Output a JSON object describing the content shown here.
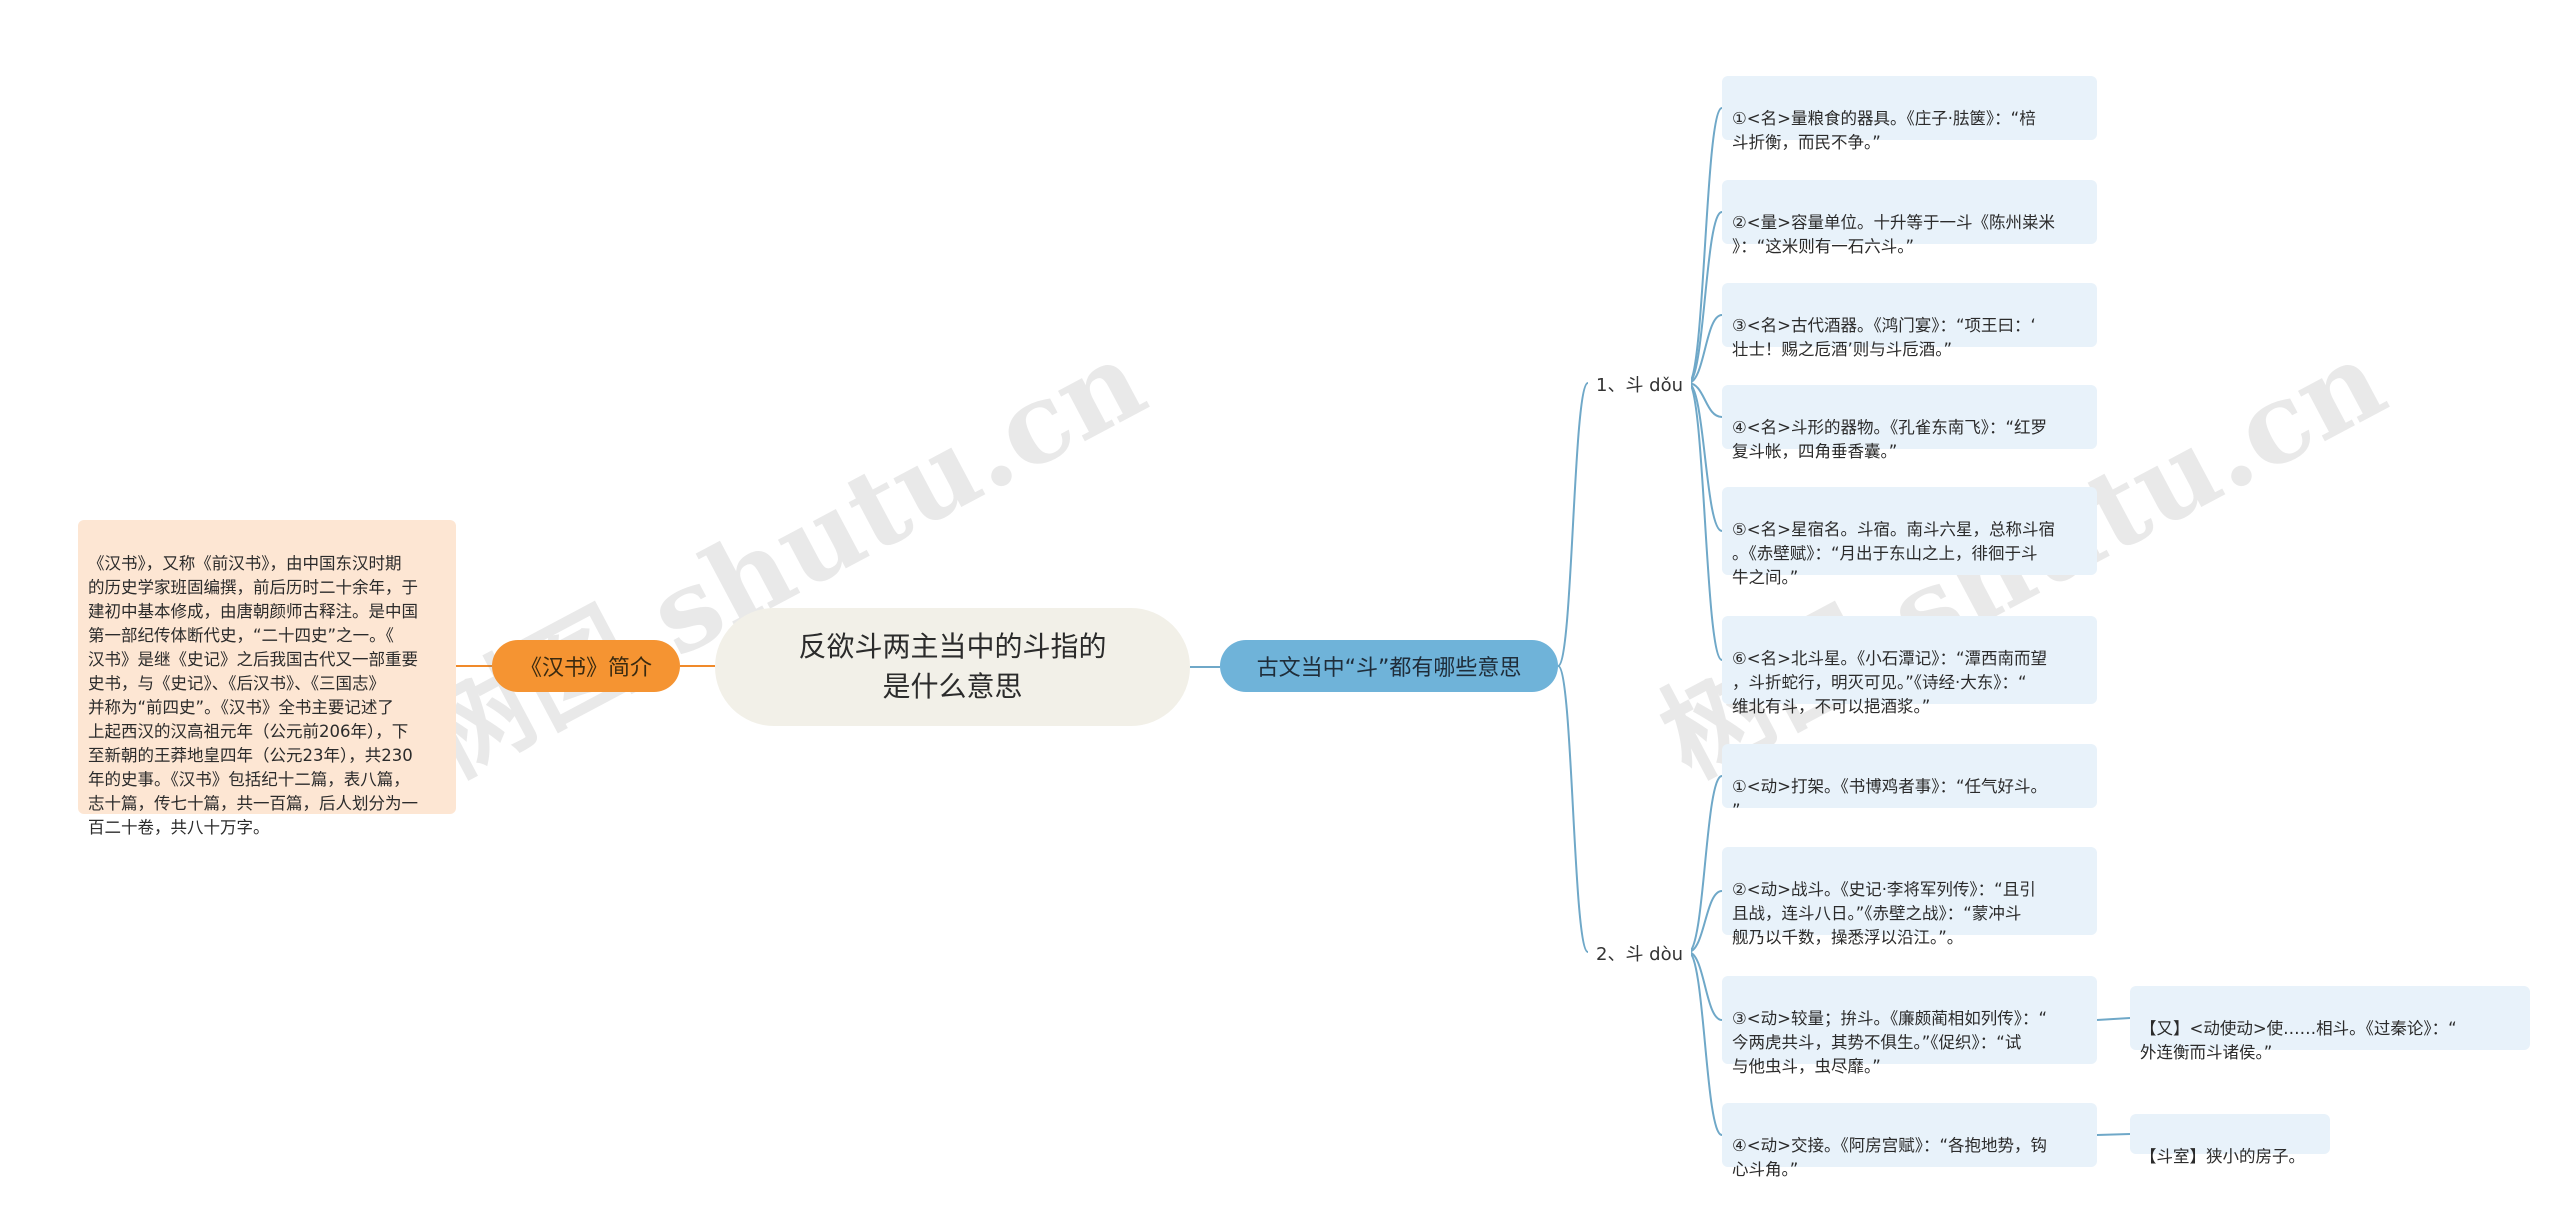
{
  "root": {
    "title": "反欲斗两主当中的斗指的\n是什么意思"
  },
  "left": {
    "label": "《汉书》简介",
    "intro": "《汉书》，又称《前汉书》，由中国东汉时期\n的历史学家班固编撰，前后历时二十余年，于\n建初中基本修成，由唐朝颜师古释注。是中国\n第一部纪传体断代史，“二十四史”之一。《\n汉书》是继《史记》之后我国古代又一部重要\n史书，与《史记》、《后汉书》、《三国志》\n并称为“前四史”。《汉书》全书主要记述了\n上起西汉的汉高祖元年（公元前206年），下\n至新朝的王莽地皇四年（公元23年），共230\n年的史事。《汉书》包括纪十二篇，表八篇，\n志十篇，传七十篇，共一百篇，后人划分为一\n百二十卷，共八十万字。"
  },
  "right": {
    "label": "古文当中“斗”都有哪些意思",
    "groups": [
      {
        "label": "1、斗 dǒu",
        "items": [
          "①<名>量粮食的器具。《庄子·胠箧》：“棓\n斗折衡，而民不争。”",
          "②<量>容量单位。十升等于一斗《陈州粜米\n》：“这米则有一石六斗。”",
          "③<名>古代酒器。《鸿门宴》：“项王曰：‘\n壮士！赐之卮酒’则与斗卮酒。”",
          "④<名>斗形的器物。《孔雀东南飞》：“红罗\n复斗帐，四角垂香囊。”",
          "⑤<名>星宿名。斗宿。南斗六星，总称斗宿\n。《赤壁赋》：“月出于东山之上，徘徊于斗\n牛之间。”",
          "⑥<名>北斗星。《小石潭记》：“潭西南而望\n，斗折蛇行，明灭可见。”《诗经·大东》：“\n维北有斗，不可以挹酒浆。”"
        ]
      },
      {
        "label": "2、斗 dòu",
        "items": [
          "①<动>打架。《书博鸡者事》：“任气好斗。\n”",
          "②<动>战斗。《史记·李将军列传》：“且引\n且战，连斗八日。”《赤壁之战》：“蒙冲斗\n舰乃以千数，操悉浮以沿江。”。",
          "③<动>较量；拚斗。《廉颇蔺相如列传》：“\n今两虎共斗，其势不俱生。”《促织》：“试\n与他虫斗，虫尽靡。”",
          "④<动>交接。《阿房宫赋》：“各抱地势，钩\n心斗角。”"
        ],
        "extras": [
          {
            "for": 2,
            "text": "【又】<动使动>使……相斗。《过秦论》：“\n外连衡而斗诸侯。”"
          },
          {
            "for": 3,
            "text": "【斗室】狭小的房子。"
          }
        ]
      }
    ]
  },
  "colors": {
    "link_blue": "#6fa8c8",
    "link_orange": "#f08a2a",
    "leaf_bg": "#e8f2fa",
    "root_bg": "#f2f0e8",
    "pill_blue": "#6fb3d9",
    "pill_orange": "#f59432",
    "intro_bg": "#fde6d3"
  }
}
